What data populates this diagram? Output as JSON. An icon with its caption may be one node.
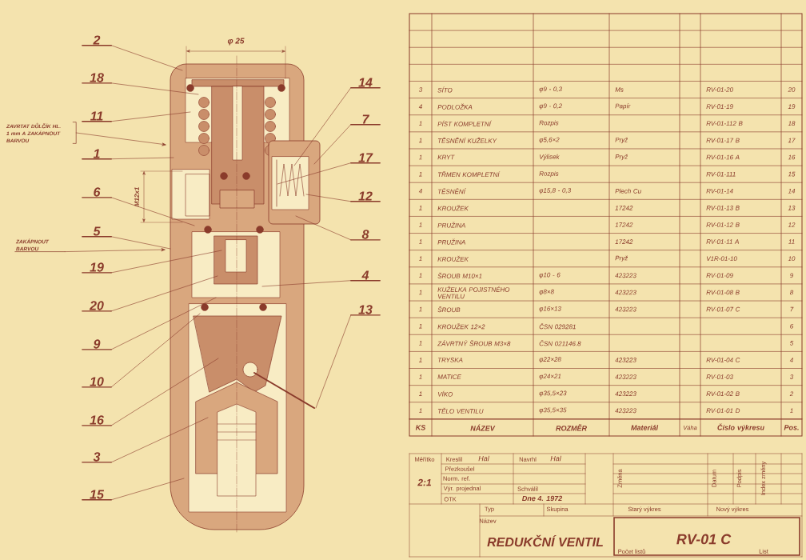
{
  "diagram": {
    "nodes": [
      {
        "text": [
          "2"
        ]
      },
      {
        "text": [
          "18"
        ]
      },
      {
        "text": [
          "14"
        ]
      },
      {
        "text": [
          "11"
        ]
      },
      {
        "text": [
          "7"
        ]
      },
      {
        "text": [
          "ZAVRTAT DŮLČÍK HL. 1 mm A ZAKÁPNOUT BARVOU"
        ]
      },
      {
        "text": [
          "1"
        ]
      },
      {
        "text": [
          "17"
        ]
      },
      {
        "text": [
          "6"
        ]
      },
      {
        "text": [
          "12"
        ]
      },
      {
        "text": [
          "5"
        ]
      },
      {
        "text": [
          "8"
        ]
      },
      {
        "text": [
          "ZAKÁPNOUT BARVOU"
        ]
      },
      {
        "text": [
          "19"
        ]
      },
      {
        "text": [
          "4"
        ]
      },
      {
        "text": [
          "20"
        ]
      },
      {
        "text": [
          "13"
        ]
      },
      {
        "text": [
          "9"
        ]
      },
      {
        "text": [
          "10"
        ]
      },
      {
        "text": [
          "16"
        ]
      },
      {
        "text": [
          "3"
        ]
      },
      {
        "text": [
          "15"
        ]
      }
    ],
    "edges": [
      {
        "from": 0,
        "to": null,
        "arrow": "none"
      },
      {
        "from": 1,
        "to": null,
        "arrow": "none"
      },
      {
        "from": 2,
        "to": null,
        "arrow": "none"
      },
      {
        "from": 3,
        "to": null,
        "arrow": "none"
      },
      {
        "from": 4,
        "to": null,
        "arrow": "none"
      },
      {
        "from": 5,
        "to": null,
        "arrow": "to"
      },
      {
        "from": 6,
        "to": null,
        "arrow": "none"
      },
      {
        "from": 7,
        "to": null,
        "arrow": "none"
      },
      {
        "from": 8,
        "to": null,
        "arrow": "none"
      },
      {
        "from": 9,
        "to": null,
        "arrow": "none"
      },
      {
        "from": 10,
        "to": null,
        "arrow": "none"
      },
      {
        "from": 11,
        "to": null,
        "arrow": "none"
      },
      {
        "from": 12,
        "to": null,
        "arrow": "to"
      },
      {
        "from": 13,
        "to": null,
        "arrow": "none"
      },
      {
        "from": 14,
        "to": null,
        "arrow": "none"
      },
      {
        "from": 15,
        "to": null,
        "arrow": "none"
      },
      {
        "from": 16,
        "to": null,
        "arrow": "none"
      },
      {
        "from": 17,
        "to": null,
        "arrow": "none"
      },
      {
        "from": 18,
        "to": null,
        "arrow": "none"
      },
      {
        "from": 19,
        "to": null,
        "arrow": "none"
      },
      {
        "from": 20,
        "to": null,
        "arrow": "none"
      },
      {
        "from": 21,
        "to": null,
        "arrow": "none"
      }
    ],
    "labels": [
      "φ 25",
      "M12x1",
      "3",
      "SÍTO",
      "φ9 - 0,3",
      "Ms",
      "RV-01-20",
      "20",
      "4",
      "PODLOŽKA",
      "φ9 - 0,2",
      "Papír",
      "RV-01-19",
      "19",
      "1",
      "PÍST KOMPLETNÍ",
      "Rozpis",
      "RV-01-112 B",
      "18",
      "1",
      "TĚSNĚNÍ KUŽELKY",
      "φ5,6×2",
      "Pryž",
      "RV-01-17 B",
      "17",
      "1",
      "KRYT",
      "Výlisek",
      "Pryž",
      "RV-01-16 A",
      "16",
      "1",
      "TŘMEN KOMPLETNÍ",
      "Rozpis",
      "RV-01-111",
      "15",
      "4",
      "TĚSNĚNÍ",
      "φ15,8 - 0,3",
      "Plech Cu",
      "RV-01-14",
      "14",
      "1",
      "KROUŽEK",
      "17242",
      "RV-01-13 B",
      "13",
      "1",
      "PRUŽINA",
      "17242",
      "RV-01-12 B",
      "12",
      "1",
      "PRUŽINA",
      "17242",
      "RV-01-11 A",
      "11",
      "1",
      "KROUŽEK",
      "Pryž",
      "V1R-01-10",
      "10",
      "1",
      "ŠROUB M10×1",
      "φ10 - 6",
      "423223",
      "RV-01-09",
      "9",
      "1",
      "KUŽELKA POJISTNÉHO VENTILU",
      "φ8×8",
      "423223",
      "RV-01-08 B",
      "8",
      "1",
      "ŠROUB",
      "φ16×13",
      "423223",
      "RV-01-07 C",
      "7",
      "1",
      "KROUŽEK 12×2",
      "ČSN 029281",
      "6",
      "1",
      "ZÁVRTNÝ ŠROUB M3×8",
      "ČSN 021146.8",
      "5",
      "1",
      "TRYSKA",
      "φ22×28",
      "423223",
      "RV-01-04 C",
      "4",
      "1",
      "MATICE",
      "φ24×21",
      "423223",
      "RV-01-03",
      "3",
      "1",
      "VÍKO",
      "φ35,5×23",
      "423223",
      "RV-01-02 B",
      "2",
      "1",
      "TĚLO VENTILU",
      "φ35,5×35",
      "423223",
      "RV-01-01 D",
      "1",
      "KS",
      "NÁZEV",
      "ROZMĚR",
      "Materiál",
      "Váha",
      "Číslo výkresu",
      "Pos.",
      "Měřítko",
      "2:1",
      "Kreslil",
      "Hal",
      "Navrhl",
      "Hal",
      "Přezkoušel",
      "Norm. ref.",
      "Výr. projednal",
      "Schválil",
      "OTK",
      "Dne 4. 1972",
      "Změna",
      "Datum",
      "Podpis",
      "Index změny",
      "Typ",
      "Skupina",
      "Starý výkres",
      "Nový výkres",
      "Název",
      "REDUKČNÍ VENTIL",
      "RV-01 C",
      "Počet listů",
      "List"
    ]
  }
}
